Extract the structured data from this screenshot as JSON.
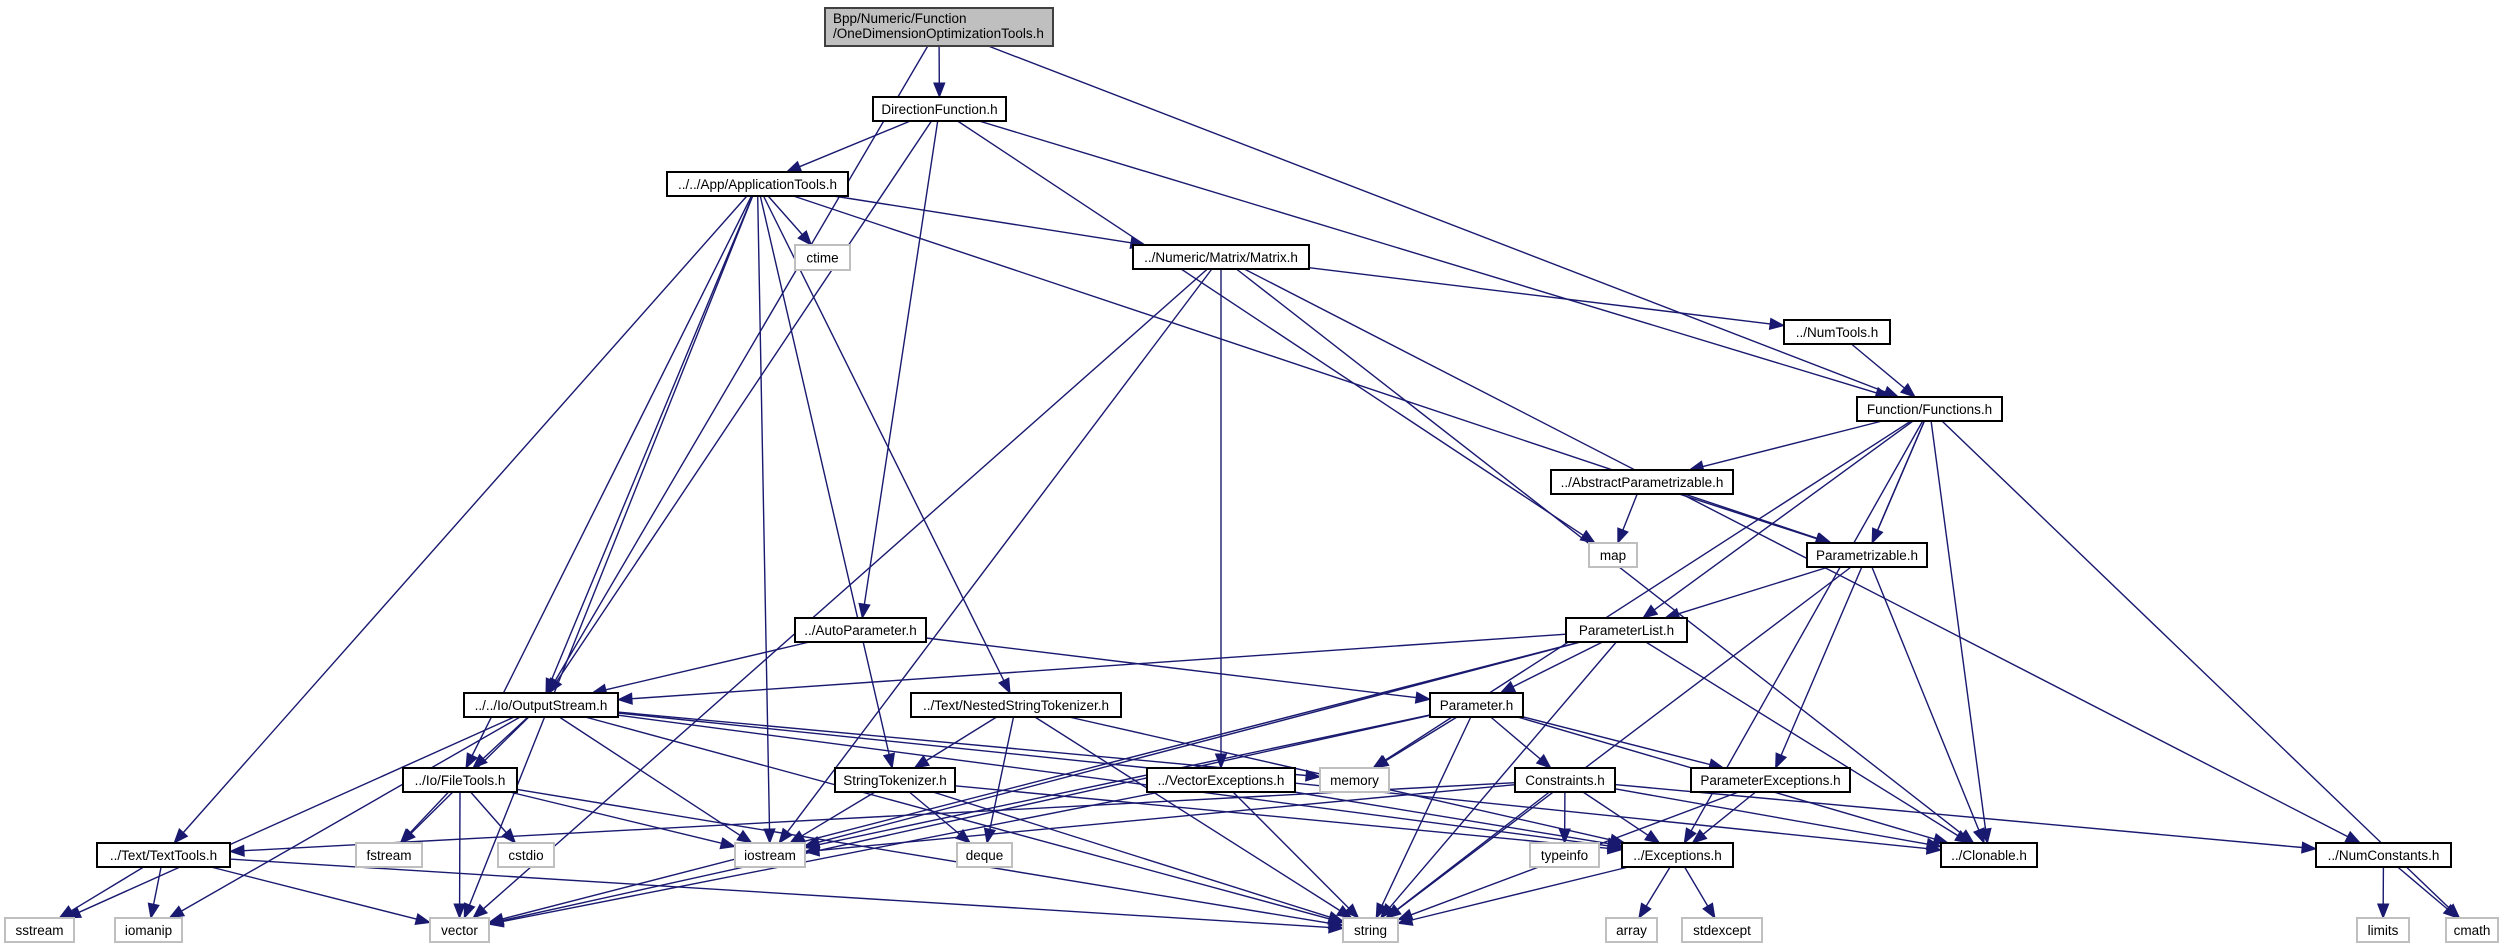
{
  "diagram": {
    "type": "include-dependency-graph",
    "colors": {
      "edge": "#191970",
      "root_fill": "#bfbfbf",
      "header_border": "#000000",
      "system_border": "#bfbfbf"
    },
    "nodes": [
      {
        "id": "root",
        "label": [
          "Bpp/Numeric/Function",
          "/OneDimensionOptimizationTools.h"
        ],
        "kind": "root"
      },
      {
        "id": "DirectionFunction",
        "label": [
          "DirectionFunction.h"
        ],
        "kind": "header"
      },
      {
        "id": "ApplicationTools",
        "label": [
          "../../App/ApplicationTools.h"
        ],
        "kind": "header"
      },
      {
        "id": "ctime",
        "label": [
          "ctime"
        ],
        "kind": "system"
      },
      {
        "id": "Matrix",
        "label": [
          "../Numeric/Matrix/Matrix.h"
        ],
        "kind": "header"
      },
      {
        "id": "NumTools",
        "label": [
          "../NumTools.h"
        ],
        "kind": "header"
      },
      {
        "id": "Functions",
        "label": [
          "Function/Functions.h"
        ],
        "kind": "header"
      },
      {
        "id": "AbstractParametrizable",
        "label": [
          "../AbstractParametrizable.h"
        ],
        "kind": "header"
      },
      {
        "id": "map",
        "label": [
          "map"
        ],
        "kind": "system"
      },
      {
        "id": "Parametrizable",
        "label": [
          "Parametrizable.h"
        ],
        "kind": "header"
      },
      {
        "id": "AutoParameter",
        "label": [
          "../AutoParameter.h"
        ],
        "kind": "header"
      },
      {
        "id": "ParameterList",
        "label": [
          "ParameterList.h"
        ],
        "kind": "header"
      },
      {
        "id": "OutputStream",
        "label": [
          "../../Io/OutputStream.h"
        ],
        "kind": "header"
      },
      {
        "id": "NestedStringTokenizer",
        "label": [
          "../Text/NestedStringTokenizer.h"
        ],
        "kind": "header"
      },
      {
        "id": "Parameter",
        "label": [
          "Parameter.h"
        ],
        "kind": "header"
      },
      {
        "id": "FileTools",
        "label": [
          "../Io/FileTools.h"
        ],
        "kind": "header"
      },
      {
        "id": "StringTokenizer",
        "label": [
          "StringTokenizer.h"
        ],
        "kind": "header"
      },
      {
        "id": "VectorExceptions",
        "label": [
          "../VectorExceptions.h"
        ],
        "kind": "header"
      },
      {
        "id": "memory",
        "label": [
          "memory"
        ],
        "kind": "system"
      },
      {
        "id": "Constraints",
        "label": [
          "Constraints.h"
        ],
        "kind": "header"
      },
      {
        "id": "ParameterExceptions",
        "label": [
          "ParameterExceptions.h"
        ],
        "kind": "header"
      },
      {
        "id": "TextTools",
        "label": [
          "../Text/TextTools.h"
        ],
        "kind": "header"
      },
      {
        "id": "fstream",
        "label": [
          "fstream"
        ],
        "kind": "system"
      },
      {
        "id": "cstdio",
        "label": [
          "cstdio"
        ],
        "kind": "system"
      },
      {
        "id": "iostream",
        "label": [
          "iostream"
        ],
        "kind": "system"
      },
      {
        "id": "deque",
        "label": [
          "deque"
        ],
        "kind": "system"
      },
      {
        "id": "typeinfo",
        "label": [
          "typeinfo"
        ],
        "kind": "system"
      },
      {
        "id": "Exceptions",
        "label": [
          "../Exceptions.h"
        ],
        "kind": "header"
      },
      {
        "id": "Clonable",
        "label": [
          "../Clonable.h"
        ],
        "kind": "header"
      },
      {
        "id": "NumConstants",
        "label": [
          "../NumConstants.h"
        ],
        "kind": "header"
      },
      {
        "id": "sstream",
        "label": [
          "sstream"
        ],
        "kind": "system"
      },
      {
        "id": "iomanip",
        "label": [
          "iomanip"
        ],
        "kind": "system"
      },
      {
        "id": "vector",
        "label": [
          "vector"
        ],
        "kind": "system"
      },
      {
        "id": "string",
        "label": [
          "string"
        ],
        "kind": "system"
      },
      {
        "id": "array",
        "label": [
          "array"
        ],
        "kind": "system"
      },
      {
        "id": "stdexcept",
        "label": [
          "stdexcept"
        ],
        "kind": "system"
      },
      {
        "id": "limits",
        "label": [
          "limits"
        ],
        "kind": "system"
      },
      {
        "id": "cmath",
        "label": [
          "cmath"
        ],
        "kind": "system"
      }
    ],
    "edges": [
      [
        "root",
        "DirectionFunction"
      ],
      [
        "root",
        "OutputStream"
      ],
      [
        "root",
        "Functions"
      ],
      [
        "DirectionFunction",
        "ApplicationTools"
      ],
      [
        "DirectionFunction",
        "AutoParameter"
      ],
      [
        "DirectionFunction",
        "OutputStream"
      ],
      [
        "DirectionFunction",
        "map"
      ],
      [
        "DirectionFunction",
        "Functions"
      ],
      [
        "ApplicationTools",
        "ctime"
      ],
      [
        "ApplicationTools",
        "Matrix"
      ],
      [
        "ApplicationTools",
        "Parametrizable"
      ],
      [
        "ApplicationTools",
        "TextTools"
      ],
      [
        "ApplicationTools",
        "vector"
      ],
      [
        "ApplicationTools",
        "FileTools"
      ],
      [
        "ApplicationTools",
        "OutputStream"
      ],
      [
        "ApplicationTools",
        "iostream"
      ],
      [
        "ApplicationTools",
        "StringTokenizer"
      ],
      [
        "ApplicationTools",
        "NestedStringTokenizer"
      ],
      [
        "Matrix",
        "NumTools"
      ],
      [
        "Matrix",
        "NumConstants"
      ],
      [
        "Matrix",
        "vector"
      ],
      [
        "Matrix",
        "iostream"
      ],
      [
        "Matrix",
        "VectorExceptions"
      ],
      [
        "Matrix",
        "Clonable"
      ],
      [
        "NumTools",
        "Functions"
      ],
      [
        "Functions",
        "AbstractParametrizable"
      ],
      [
        "Functions",
        "Parametrizable"
      ],
      [
        "Functions",
        "ParameterList"
      ],
      [
        "Functions",
        "memory"
      ],
      [
        "Functions",
        "ParameterExceptions"
      ],
      [
        "Functions",
        "Exceptions"
      ],
      [
        "Functions",
        "Clonable"
      ],
      [
        "Functions",
        "cmath"
      ],
      [
        "AbstractParametrizable",
        "map"
      ],
      [
        "AbstractParametrizable",
        "Parametrizable"
      ],
      [
        "Parametrizable",
        "ParameterList"
      ],
      [
        "Parametrizable",
        "Clonable"
      ],
      [
        "Parametrizable",
        "string"
      ],
      [
        "AutoParameter",
        "OutputStream"
      ],
      [
        "AutoParameter",
        "Parameter"
      ],
      [
        "ParameterList",
        "Parameter"
      ],
      [
        "ParameterList",
        "OutputStream"
      ],
      [
        "ParameterList",
        "vector"
      ],
      [
        "ParameterList",
        "iostream"
      ],
      [
        "ParameterList",
        "Clonable"
      ],
      [
        "ParameterList",
        "string"
      ],
      [
        "OutputStream",
        "FileTools"
      ],
      [
        "OutputStream",
        "fstream"
      ],
      [
        "OutputStream",
        "sstream"
      ],
      [
        "OutputStream",
        "iomanip"
      ],
      [
        "OutputStream",
        "iostream"
      ],
      [
        "OutputStream",
        "string"
      ],
      [
        "OutputStream",
        "memory"
      ],
      [
        "OutputStream",
        "Clonable"
      ],
      [
        "OutputStream",
        "Exceptions"
      ],
      [
        "NestedStringTokenizer",
        "StringTokenizer"
      ],
      [
        "NestedStringTokenizer",
        "deque"
      ],
      [
        "NestedStringTokenizer",
        "string"
      ],
      [
        "NestedStringTokenizer",
        "Exceptions"
      ],
      [
        "Parameter",
        "Constraints"
      ],
      [
        "Parameter",
        "ParameterExceptions"
      ],
      [
        "Parameter",
        "memory"
      ],
      [
        "Parameter",
        "iostream"
      ],
      [
        "Parameter",
        "vector"
      ],
      [
        "Parameter",
        "string"
      ],
      [
        "Parameter",
        "Clonable"
      ],
      [
        "FileTools",
        "fstream"
      ],
      [
        "FileTools",
        "cstdio"
      ],
      [
        "FileTools",
        "vector"
      ],
      [
        "FileTools",
        "iostream"
      ],
      [
        "FileTools",
        "string"
      ],
      [
        "StringTokenizer",
        "iostream"
      ],
      [
        "StringTokenizer",
        "deque"
      ],
      [
        "StringTokenizer",
        "string"
      ],
      [
        "StringTokenizer",
        "Exceptions"
      ],
      [
        "VectorExceptions",
        "vector"
      ],
      [
        "VectorExceptions",
        "string"
      ],
      [
        "VectorExceptions",
        "Exceptions"
      ],
      [
        "Constraints",
        "typeinfo"
      ],
      [
        "Constraints",
        "Exceptions"
      ],
      [
        "Constraints",
        "string"
      ],
      [
        "Constraints",
        "iostream"
      ],
      [
        "Constraints",
        "TextTools"
      ],
      [
        "Constraints",
        "Clonable"
      ],
      [
        "Constraints",
        "NumConstants"
      ],
      [
        "ParameterExceptions",
        "Exceptions"
      ],
      [
        "ParameterExceptions",
        "string"
      ],
      [
        "TextTools",
        "sstream"
      ],
      [
        "TextTools",
        "iomanip"
      ],
      [
        "TextTools",
        "vector"
      ],
      [
        "TextTools",
        "string"
      ],
      [
        "Exceptions",
        "string"
      ],
      [
        "Exceptions",
        "array"
      ],
      [
        "Exceptions",
        "stdexcept"
      ],
      [
        "NumConstants",
        "limits"
      ],
      [
        "NumConstants",
        "cmath"
      ]
    ]
  }
}
